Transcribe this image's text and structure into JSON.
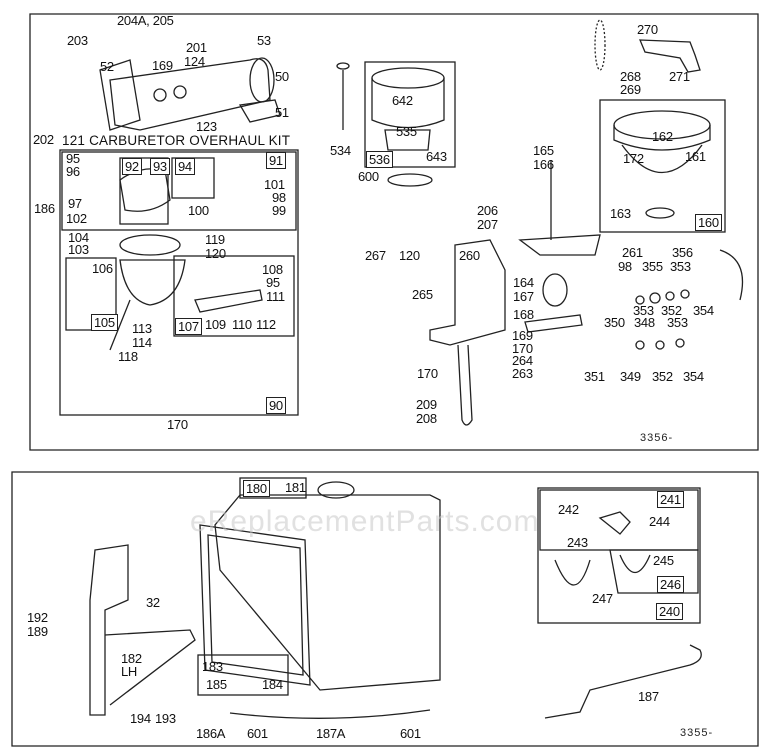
{
  "diagram": {
    "type": "exploded parts diagram",
    "watermark": "eReplacementParts.com",
    "top_panel": {
      "figure_code": "3356-",
      "kit_title": "121 CARBURETOR OVERHAUL KIT",
      "assemblies": {
        "carburetor_group": "90",
        "upper_body_group": "91",
        "float_bowl_group": "105",
        "throttle_group": "107",
        "body_parts_92": "92",
        "body_parts_93": "93",
        "body_parts_94": "94",
        "air_cleaner_small": "536",
        "air_cleaner_large": "160"
      },
      "labels": [
        "204A, 205",
        "203",
        "201",
        "53",
        "52",
        "169",
        "124",
        "50",
        "51",
        "123",
        "202",
        "186",
        "95",
        "96",
        "97",
        "102",
        "101",
        "98",
        "99",
        "100",
        "104",
        "103",
        "119",
        "120",
        "106",
        "108",
        "95",
        "111",
        "109",
        "110",
        "112",
        "113",
        "114",
        "118",
        "170",
        "642",
        "534",
        "535",
        "643",
        "600",
        "270",
        "268",
        "269",
        "271",
        "162",
        "172",
        "161",
        "163",
        "165",
        "166",
        "206",
        "207",
        "267",
        "120",
        "260",
        "265",
        "164",
        "167",
        "168",
        "169",
        "170",
        "264",
        "263",
        "170",
        "209",
        "208",
        "261",
        "356",
        "98",
        "355",
        "353",
        "353",
        "352",
        "354",
        "350",
        "348",
        "353",
        "351",
        "349",
        "352",
        "354"
      ]
    },
    "bottom_panel": {
      "figure_code": "3355-",
      "assemblies": {
        "fuel_tank": "180",
        "fuel_valve_group": "240",
        "valve_body": "241",
        "sediment_bowl": "246"
      },
      "labels": [
        "181",
        "242",
        "243",
        "244",
        "245",
        "247",
        "192",
        "189",
        "32",
        "182",
        "LH",
        "183",
        "185",
        "184",
        "194",
        "193",
        "186A",
        "601",
        "187A",
        "601",
        "187"
      ]
    }
  }
}
